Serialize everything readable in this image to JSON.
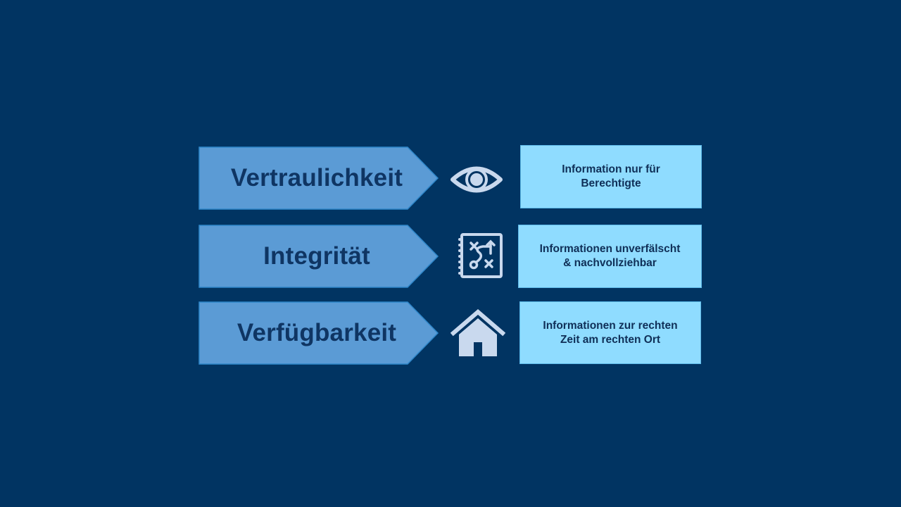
{
  "rows": [
    {
      "title": "Vertraulichkeit",
      "icon": "eye-icon",
      "description_line1": "Information nur für",
      "description_line2": "Berechtigte"
    },
    {
      "title": "Integrität",
      "icon": "strategy-board-icon",
      "description_line1": "Informationen unverfälscht",
      "description_line2": "& nachvollziehbar"
    },
    {
      "title": "Verfügbarkeit",
      "icon": "home-icon",
      "description_line1": "Informationen zur rechten",
      "description_line2": "Zeit am rechten Ort"
    }
  ],
  "colors": {
    "background": "#013462",
    "arrow_fill": "#5b9bd5",
    "arrow_stroke": "#2e86c9",
    "title_text": "#0f3563",
    "icon": "#c9d9ee",
    "box_fill": "#8fdcff",
    "box_text": "#0f2f57"
  }
}
